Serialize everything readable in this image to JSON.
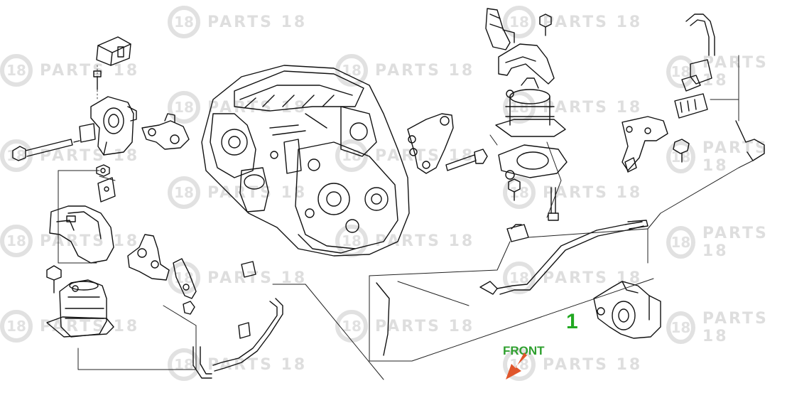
{
  "watermark": {
    "brand": "PARTS 18",
    "logo_glyph": "18",
    "color": "#7a7a7a"
  },
  "callout": {
    "number": "1",
    "color": "#22a822"
  },
  "direction": {
    "label": "FRONT",
    "label_color": "#2fa02f",
    "arrow_color": "#e0552b"
  }
}
